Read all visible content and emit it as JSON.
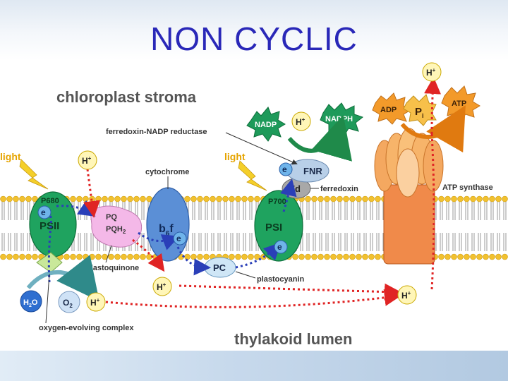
{
  "title": "NON CYCLIC",
  "regions": {
    "stroma": "chloroplast stroma",
    "lumen": "thylakoid lumen"
  },
  "labels": {
    "light_left": "light",
    "light_right": "light",
    "fnr_full": "ferredoxin-NADP reductase",
    "cytochrome": "cytochrome",
    "ferredoxin": "ferredoxin",
    "plastoquinone": "plastoquinone",
    "plastocyanin": "plastocyanin",
    "oec": "oxygen-evolving complex",
    "atp_synthase": "ATP synthase"
  },
  "complexes": {
    "psii": "PSII",
    "p680": "P680",
    "psi": "PSI",
    "p700": "P700",
    "b6f_main": "b",
    "b6f_sub": "6",
    "b6f_f": "f",
    "pc": "PC",
    "fd": "Fd",
    "fnr": "FNR",
    "pq": "PQ",
    "pqh2_main": "PQH",
    "pqh2_sub": "2"
  },
  "molecules": {
    "h_plus": "H",
    "h_sup": "+",
    "electron": "e",
    "h2o_h": "H",
    "h2o_sub": "2",
    "h2o_o": "O",
    "o2_o": "O",
    "o2_sub": "2",
    "nadp": "NADP",
    "nadph": "NADPH",
    "adp": "ADP",
    "pi_main": "P",
    "pi_sub": "i",
    "atp": "ATP"
  },
  "colors": {
    "title": "#2a28b8",
    "psii": "#1fa35f",
    "psi": "#1fa35f",
    "cytochrome": "#5b8fd6",
    "plastoquinone": "#f4b8e8",
    "atp_synthase_head": "#f7b46a",
    "atp_synthase_stalk": "#f08a4a",
    "h_plus_bubble": "#fff6b8",
    "electron_bubble": "#6fb4ea",
    "nadp_burst": "#1e9a5a",
    "adp_burst": "#f39a2a",
    "arrow_electron": "#2a3fb8",
    "arrow_proton": "#e02424"
  }
}
